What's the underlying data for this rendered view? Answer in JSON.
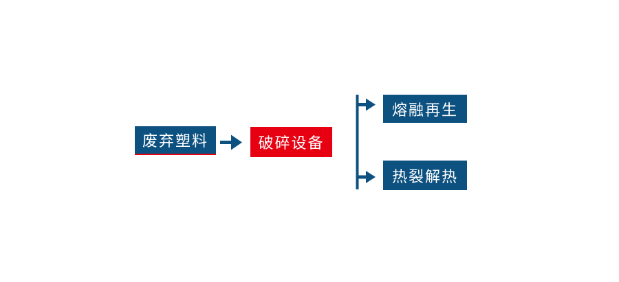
{
  "flowchart": {
    "nodes": [
      {
        "id": "waste-plastic",
        "label": "废弃塑料",
        "style": "blue-with-red-underline"
      },
      {
        "id": "crushing-equipment",
        "label": "破碎设备",
        "style": "red"
      },
      {
        "id": "melt-regeneration",
        "label": "熔融再生",
        "style": "blue"
      },
      {
        "id": "pyrolysis-heat",
        "label": "热裂解热",
        "style": "blue"
      }
    ],
    "edges": [
      {
        "from": "waste-plastic",
        "to": "crushing-equipment",
        "icon": "arrow-right-icon"
      },
      {
        "from": "branch-line",
        "to": "melt-regeneration",
        "icon": "arrow-right-icon"
      },
      {
        "from": "branch-line",
        "to": "pyrolysis-heat",
        "icon": "arrow-right-icon"
      }
    ],
    "icons": {
      "arrow_right": "→",
      "branch_line": "|"
    }
  },
  "colors": {
    "canvas-bg": "#ffffff",
    "node-blue": "#0d5180",
    "node-red": "#e60012",
    "underline-red": "#e60012",
    "connector-blue": "#0d5180",
    "node-text": "#ffffff"
  }
}
